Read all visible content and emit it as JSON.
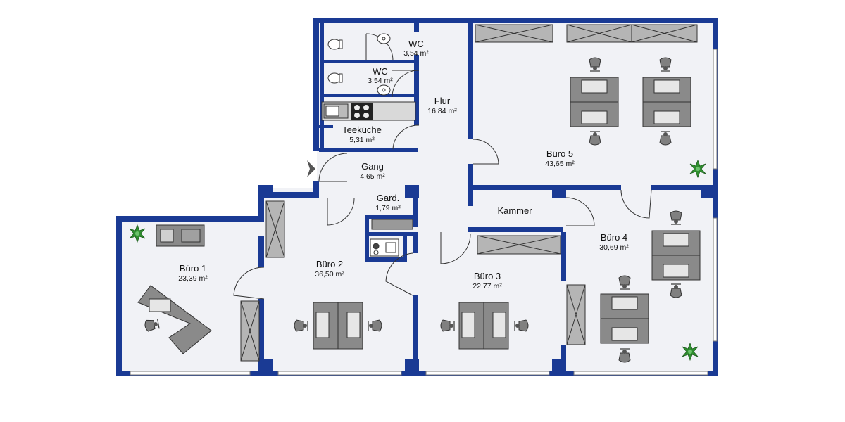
{
  "colors": {
    "wall": "#1a3a94",
    "floor": "#f1f2f6",
    "furniture": "#8a8a8a",
    "furniture_light": "#d9d9d9",
    "plant": "#2f8f2f",
    "entry_marker": "#555555"
  },
  "rooms": [
    {
      "id": "wc_top",
      "name": "WC",
      "area": "3,54 m²"
    },
    {
      "id": "wc_bottom",
      "name": "WC",
      "area": "3,54 m²"
    },
    {
      "id": "flur",
      "name": "Flur",
      "area": "16,84 m²"
    },
    {
      "id": "teekueche",
      "name": "Teeküche",
      "area": "5,31 m²"
    },
    {
      "id": "gang",
      "name": "Gang",
      "area": "4,65 m²"
    },
    {
      "id": "gard",
      "name": "Gard.",
      "area": "1,79 m²"
    },
    {
      "id": "buero5",
      "name": "Büro 5",
      "area": "43,65 m²"
    },
    {
      "id": "kammer",
      "name": "Kammer",
      "area": ""
    },
    {
      "id": "buero1",
      "name": "Büro 1",
      "area": "23,39 m²"
    },
    {
      "id": "buero2",
      "name": "Büro 2",
      "area": "36,50 m²"
    },
    {
      "id": "buero3",
      "name": "Büro 3",
      "area": "22,77 m²"
    },
    {
      "id": "buero4",
      "name": "Büro 4",
      "area": "30,69 m²"
    }
  ],
  "icons": [
    "entry-arrow-icon",
    "toilet-icon",
    "sink-icon",
    "stove-icon",
    "plant-icon",
    "office-chair-icon",
    "desk-icon",
    "sofa-icon",
    "cabinet-icon",
    "window-icon",
    "door-swing-icon"
  ]
}
